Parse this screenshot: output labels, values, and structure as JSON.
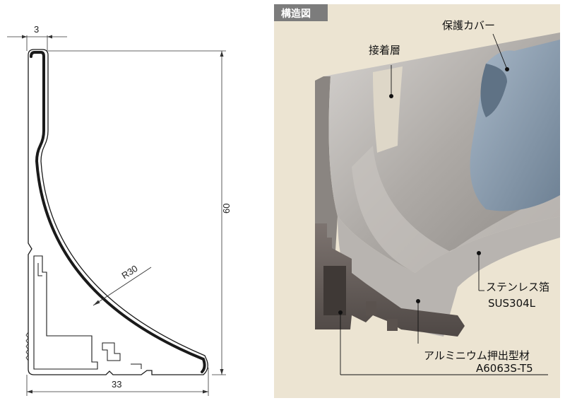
{
  "drawing": {
    "dim_thickness": "3",
    "dim_height": "60",
    "dim_radius": "R30",
    "dim_width": "33"
  },
  "structure": {
    "tag": "構造図",
    "labels": {
      "adhesive": "接着層",
      "cover": "保護カバー",
      "foil_name": "ステンレス箔",
      "foil_grade": "SUS304L",
      "extrusion_name": "アルミニウム押出型材",
      "extrusion_grade": "A6063S-T5"
    }
  },
  "colors": {
    "panel_bg": "#ece4d2",
    "tag_bg": "#7c7c7c",
    "cover_blue": "#8fa1b3",
    "steel": "#b9b6b3",
    "aluminum": "#6a625e",
    "outline": "#1a1a1a"
  }
}
